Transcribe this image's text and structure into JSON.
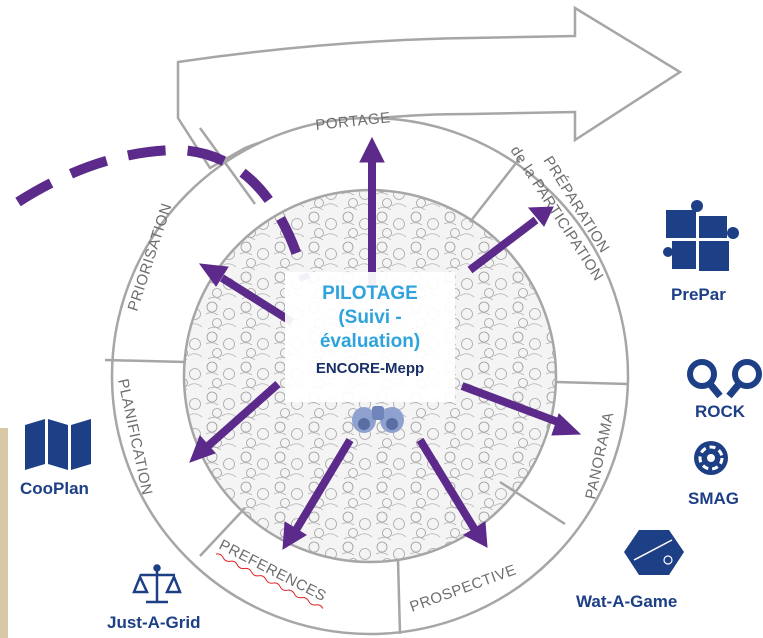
{
  "diagram": {
    "outer_ring": {
      "top_label": "PORTAGE",
      "segments": [
        {
          "id": "preparation",
          "line1": "PRÉPARATION",
          "line2": "de la PARTICIPATION"
        },
        {
          "id": "panorama",
          "line1": "PANORAMA"
        },
        {
          "id": "prospective",
          "line1": "PROSPECTIVE"
        },
        {
          "id": "preferences",
          "line1": "PREFERENCES"
        },
        {
          "id": "planification",
          "line1": "PLANIFICATION"
        },
        {
          "id": "priorisation",
          "line1": "PRIORISATION"
        }
      ]
    },
    "center": {
      "line1": "PILOTAGE",
      "line2": "(Suivi -",
      "line3": "évaluation)",
      "tool": "ENCORE-Mepp"
    },
    "tools": [
      {
        "label": "PrePar",
        "icon": "puzzle-icon"
      },
      {
        "label": "ROCK",
        "icon": "magnifier-pair-icon"
      },
      {
        "label": "SMAG",
        "icon": "network-icon"
      },
      {
        "label": "Wat-A-Game",
        "icon": "hexagon-game-icon"
      },
      {
        "label": "Just-A-Grid",
        "icon": "scales-icon"
      },
      {
        "label": "CooPlan",
        "icon": "map-icon"
      }
    ],
    "colors": {
      "arrow": "#5c2a8a",
      "tool_text": "#1d3f86",
      "center_title": "#2ea3dd",
      "ring_stroke": "#a6a6a6"
    }
  }
}
